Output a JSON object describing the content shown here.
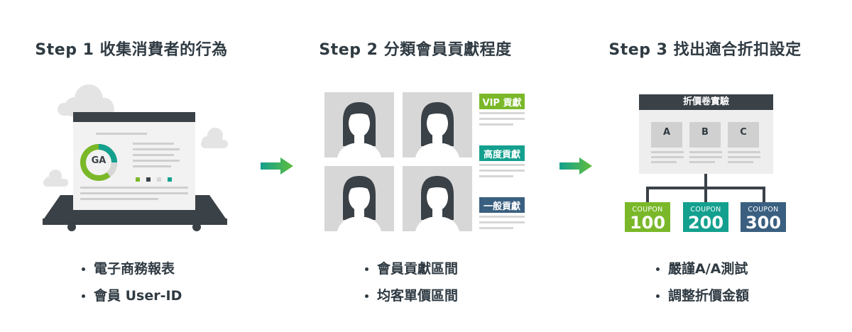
{
  "colors": {
    "dark": "#3a4147",
    "green": "#7ab829",
    "teal": "#14a08f",
    "navy": "#3a5f80",
    "gray_light": "#d7d7d7",
    "arrow_from": "#14a08f",
    "arrow_to": "#5fbe3c"
  },
  "steps": [
    {
      "title": "Step 1 收集消費者的行為",
      "bullets": [
        "電子商務報表",
        "會員 User-ID"
      ],
      "badge": "GA",
      "icon": "laptop-analytics-icon"
    },
    {
      "title": "Step 2 分類會員貢獻程度",
      "bullets": [
        "會員貢獻區間",
        "均客單價區間"
      ],
      "tags": [
        "VIP 貢獻",
        "高度貢獻",
        "一般貢獻"
      ],
      "icon": "member-portraits-icon"
    },
    {
      "title": "Step 3 找出適合折扣設定",
      "bullets": [
        "嚴謹A/A測試",
        "調整折價金額"
      ],
      "board_title": "折價卷實驗",
      "variants": [
        "A",
        "B",
        "C"
      ],
      "coupons": [
        {
          "label": "COUPON",
          "value": "100",
          "color": "#7ab829"
        },
        {
          "label": "COUPON",
          "value": "200",
          "color": "#14a08f"
        },
        {
          "label": "COUPON",
          "value": "300",
          "color": "#3a5f80"
        }
      ],
      "icon": "coupon-test-board-icon"
    }
  ]
}
